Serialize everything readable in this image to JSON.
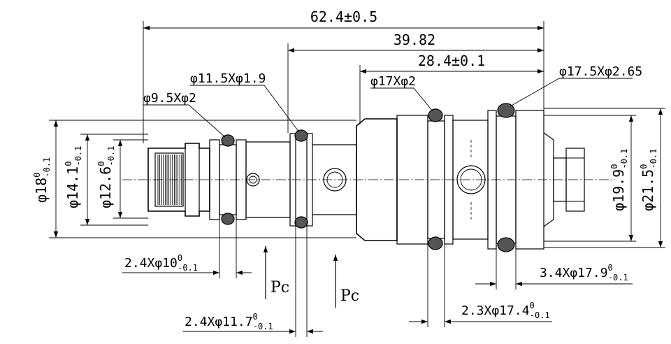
{
  "dimensions": {
    "overall_length": "62.4±0.5",
    "length_2": "39.82",
    "length_3": "28.4±0.1",
    "oring_1": "φ9.5Xφ2",
    "oring_2": "φ11.5Xφ1.9",
    "oring_3": "φ17Xφ2",
    "oring_4": "φ17.5Xφ2.65",
    "dia_18": {
      "base": "φ18",
      "upper": "0",
      "lower": "-0.1"
    },
    "dia_14": {
      "base": "φ14.1",
      "upper": "0",
      "lower": "-0.1"
    },
    "dia_12": {
      "base": "φ12.6",
      "upper": "0",
      "lower": "-0.1"
    },
    "dia_19": {
      "base": "φ19.9",
      "upper": "0",
      "lower": "-0.1"
    },
    "dia_21": {
      "base": "φ21.5",
      "upper": "0",
      "lower": "-0.1"
    },
    "groove_1": {
      "base": "2.4Xφ10",
      "upper": "0",
      "lower": "-0.1"
    },
    "groove_2": {
      "base": "2.4Xφ11.7",
      "upper": "0",
      "lower": "-0.1"
    },
    "groove_3": {
      "base": "2.3Xφ17.4",
      "upper": "0",
      "lower": "-0.1"
    },
    "groove_4": {
      "base": "3.4Xφ17.9",
      "upper": "0",
      "lower": "-0.1"
    }
  },
  "pressure_labels": {
    "pc_1": "Pc",
    "pc_2": "Pc"
  }
}
